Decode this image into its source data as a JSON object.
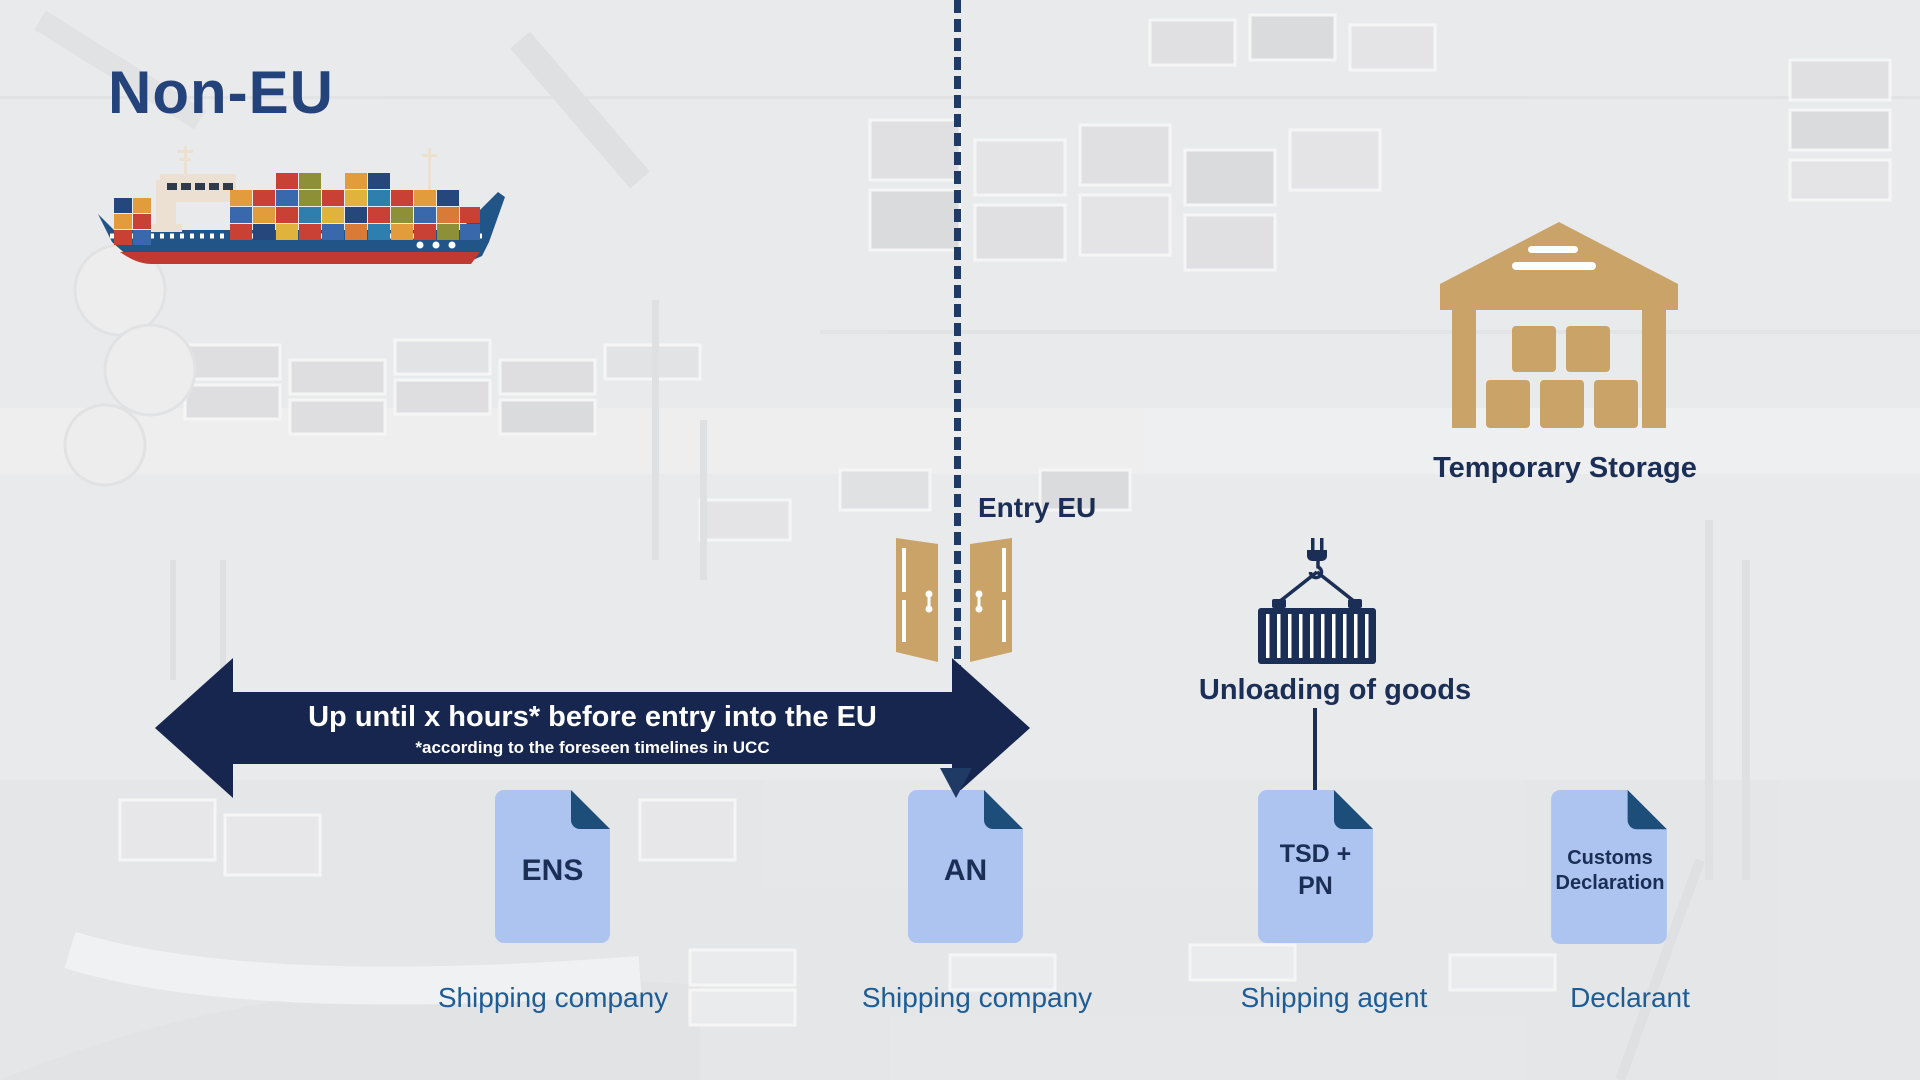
{
  "diagram": {
    "region_label": "Non-EU",
    "entry_marker": {
      "label": "Entry EU",
      "icon": "open-doors-icon"
    },
    "temporary_storage": {
      "label": "Temporary Storage",
      "icon": "warehouse-icon"
    },
    "unloading": {
      "label": "Unloading of goods",
      "icon": "crane-container-icon"
    },
    "timeline_arrow": {
      "line1": "Up until x hours* before entry into the EU",
      "line2": "*according to the foreseen timelines in UCC"
    },
    "ship": {
      "icon": "container-ship-icon"
    },
    "documents": [
      {
        "code": "ENS",
        "actor": "Shipping company"
      },
      {
        "code": "AN",
        "actor": "Shipping company"
      },
      {
        "code": "TSD + PN",
        "actor": "Shipping agent"
      },
      {
        "code": "Customs Declaration",
        "actor": "Declarant"
      }
    ],
    "colors": {
      "navy_dark": "#16264e",
      "navy_text": "#1b2e55",
      "title_navy": "#24437a",
      "dashed_line": "#203a66",
      "tan": "#c9a368",
      "document_fill": "#adc3f0",
      "document_fold": "#1d4e79",
      "actor_label_blue": "#1e5c95",
      "hull_blue": "#215587",
      "background_gray": "#e9eaeb",
      "arrow_text": "#ffffff"
    }
  }
}
